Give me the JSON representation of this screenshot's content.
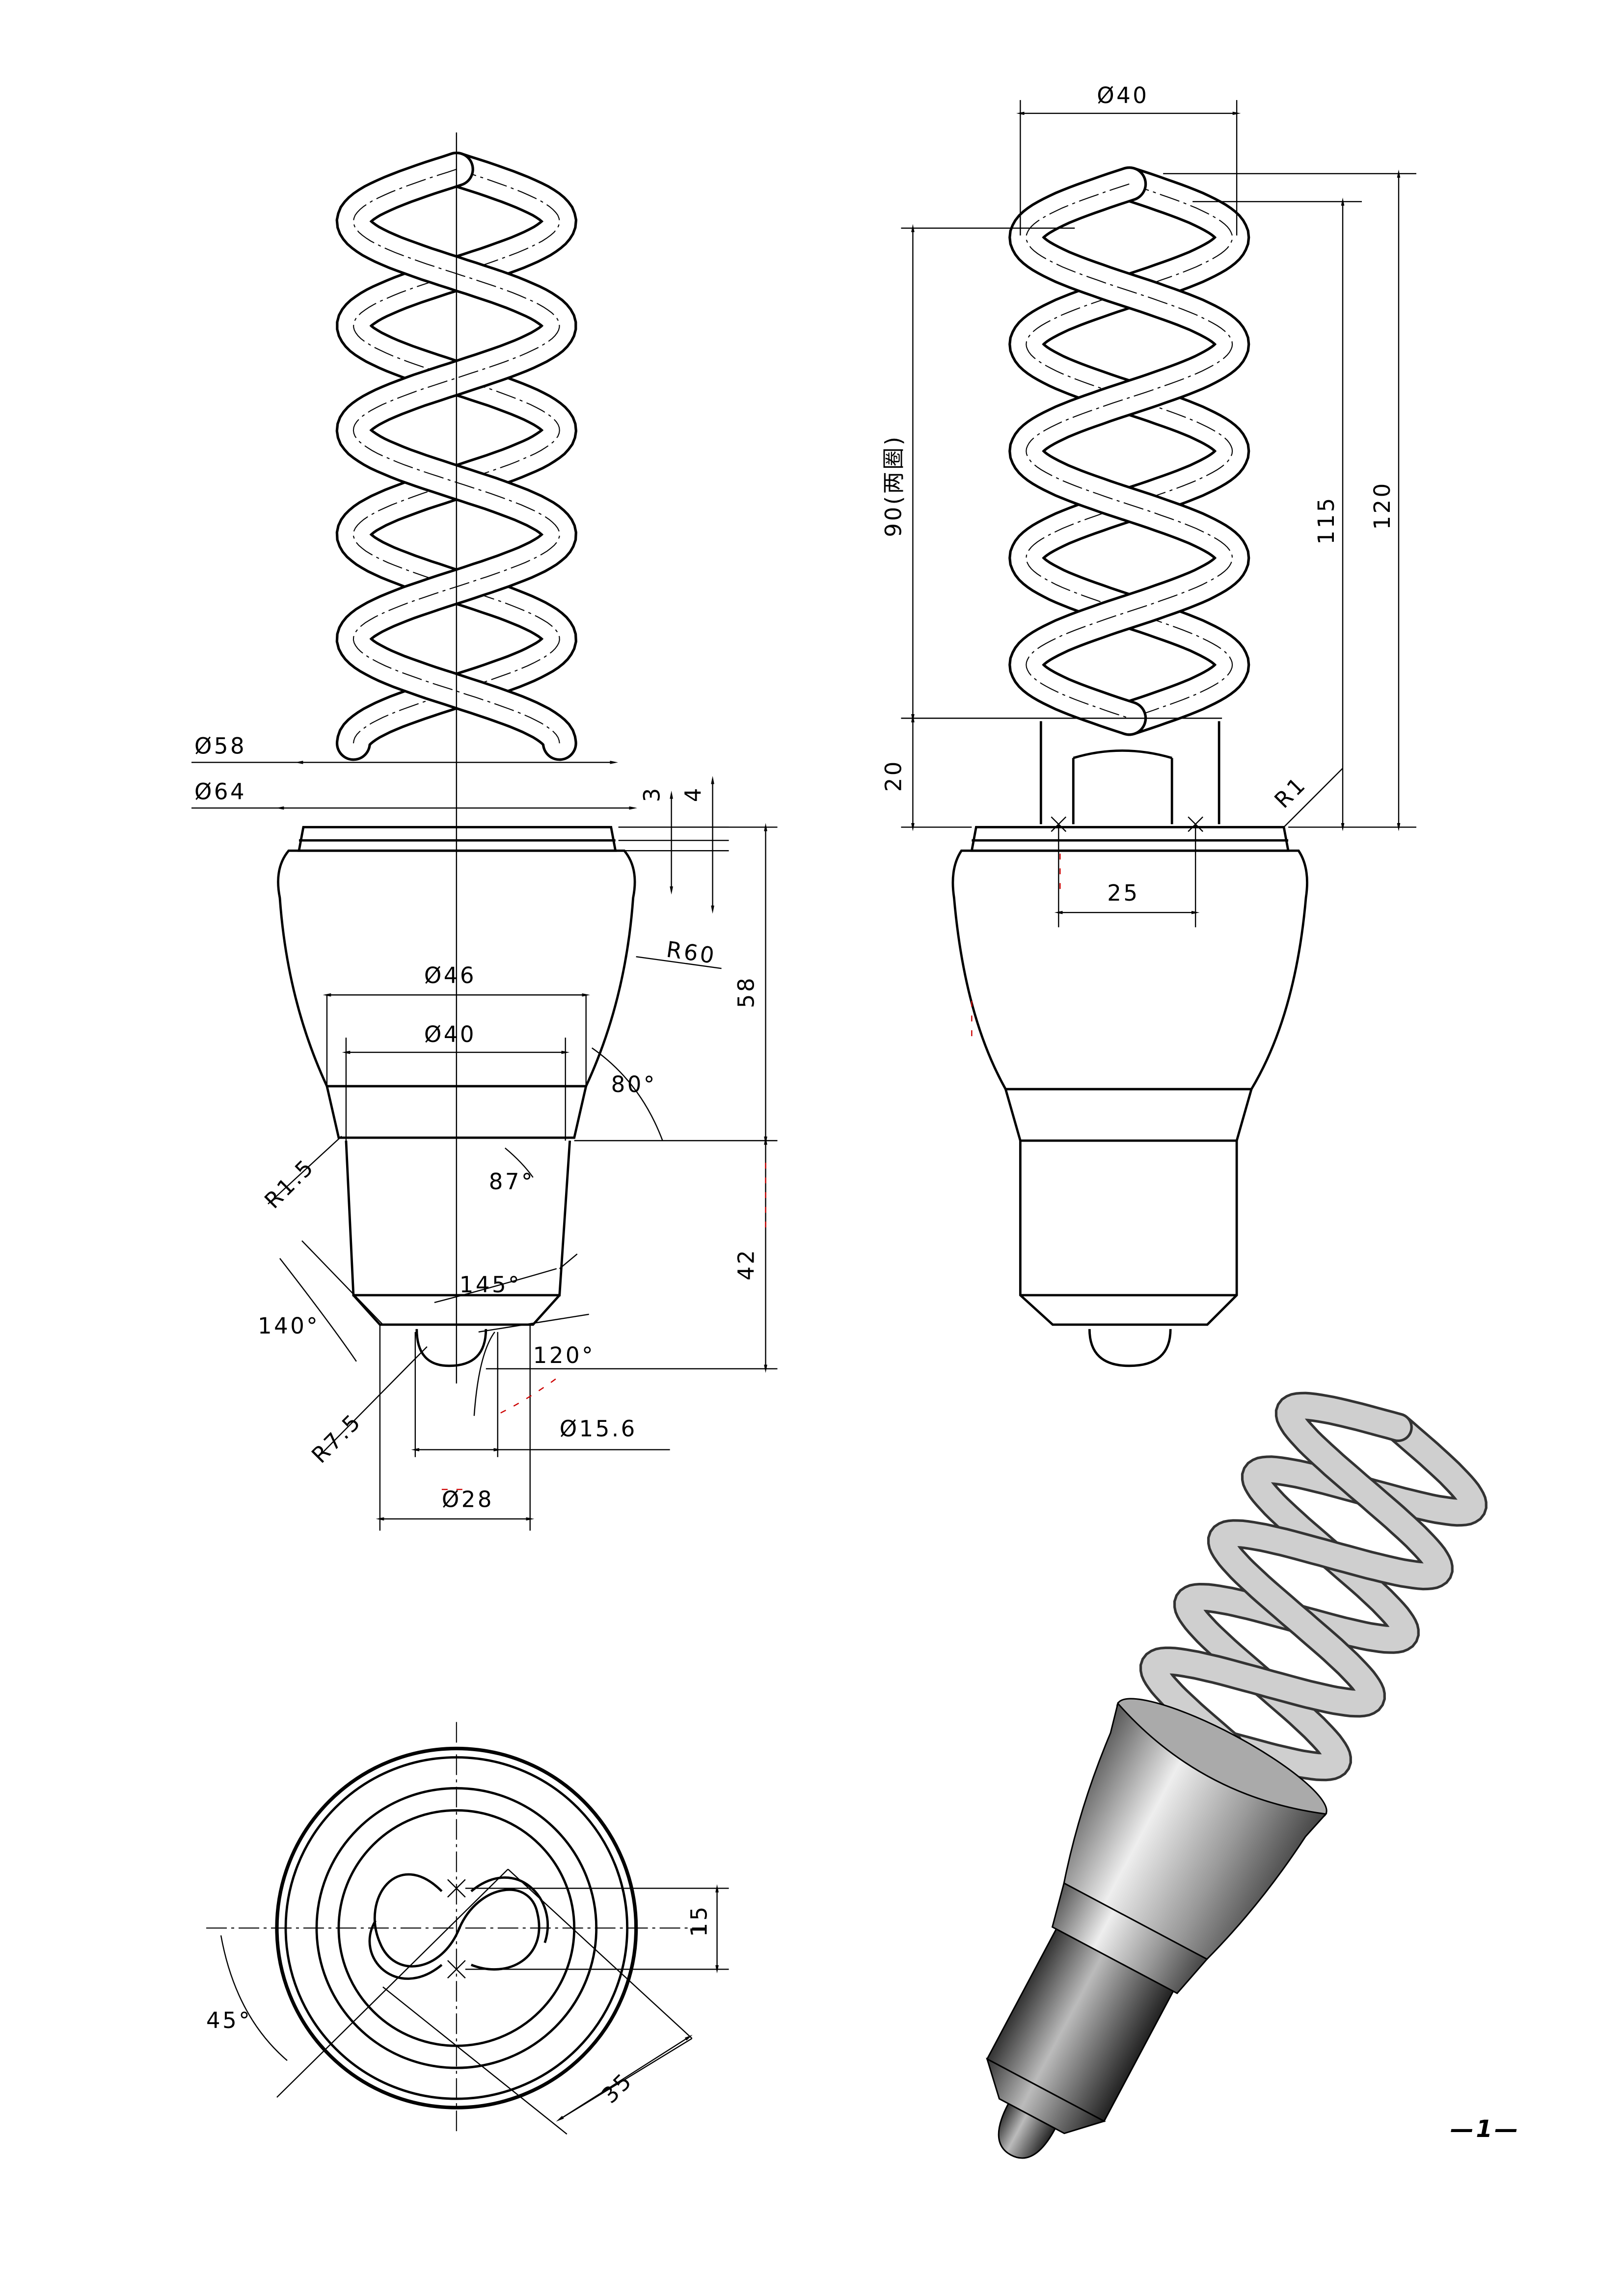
{
  "front_view": {
    "dia58": "Ø58",
    "dia64": "Ø64",
    "d3": "3",
    "d4": "4",
    "r60": "R60",
    "dia46": "Ø46",
    "dia40": "Ø40",
    "a80": "80°",
    "h58": "58",
    "r1_5": "R1.5",
    "a87": "87°",
    "h42": "42",
    "a145": "145°",
    "a140": "140°",
    "a120": "120°",
    "r7_5": "R7.5",
    "dia15_6": "Ø15.6",
    "dia28": "Ø28"
  },
  "side_view": {
    "dia40": "Ø40",
    "h90": "90(两圈)",
    "h115": "115",
    "h120": "120",
    "h20": "20",
    "r1": "R1",
    "w25": "25"
  },
  "bottom_view": {
    "d15": "15",
    "a45": "45°",
    "d35": "35"
  },
  "page_number": "—1—",
  "colors": {
    "line": "#000000",
    "construction": "#cc0000"
  }
}
